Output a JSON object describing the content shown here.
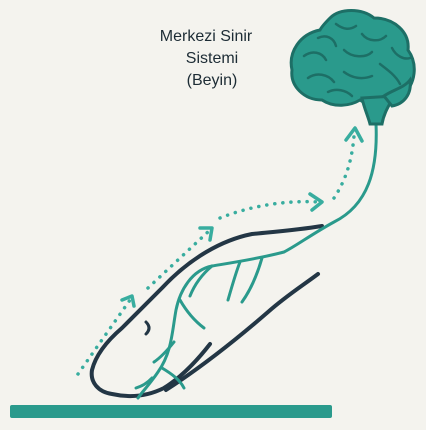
{
  "label": {
    "line1": "Merkezi Sinir",
    "line2": "Sistemi",
    "line3": "(Beyin)"
  },
  "colors": {
    "background": "#f4f3ee",
    "teal": "#2a9a8c",
    "teal_dark": "#1d7d72",
    "navy": "#233645",
    "dots": "#38ad9f"
  },
  "icons": {
    "brain": "brain-icon",
    "finger": "finger-icon",
    "surface": "surface-bar"
  }
}
